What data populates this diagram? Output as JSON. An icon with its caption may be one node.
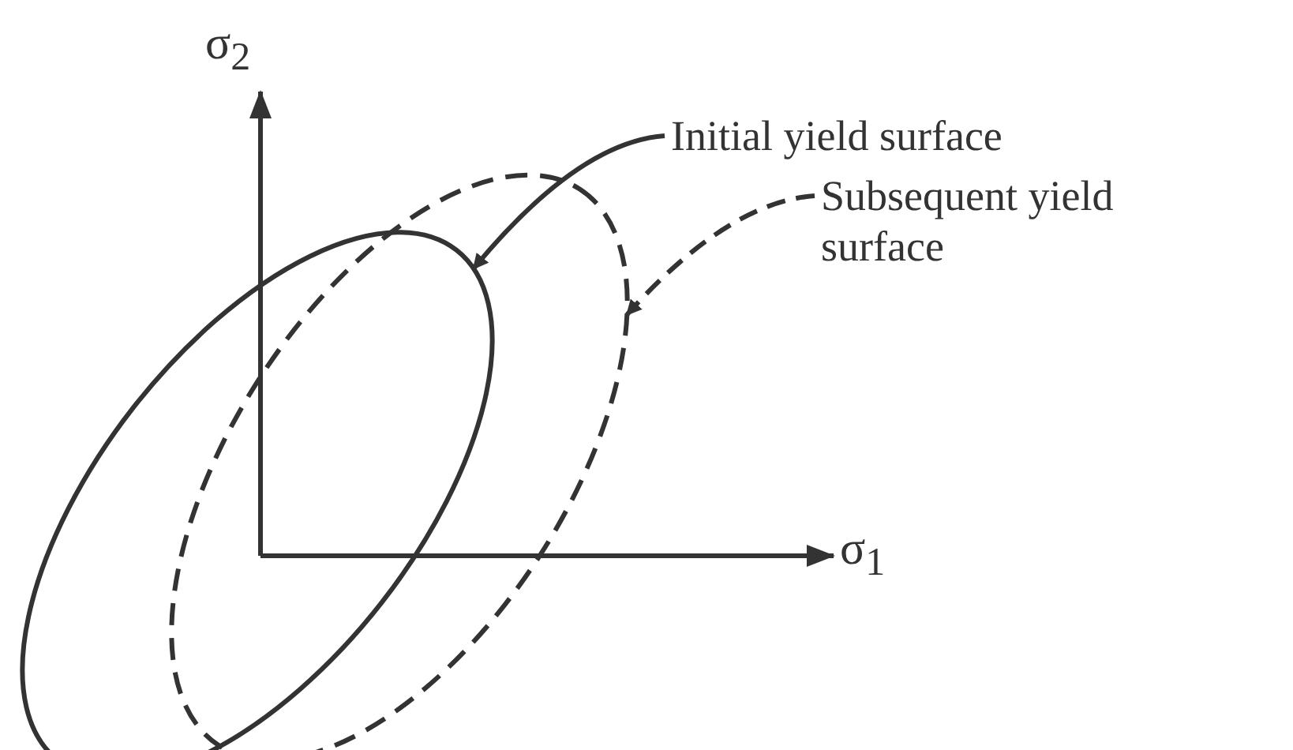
{
  "diagram": {
    "nodes": [
      {
        "text": [
          "Initial yield surface"
        ]
      },
      {
        "text": [
          "Subsequent yield surface"
        ]
      },
      {
        "text": [],
        "shape": "ellipse"
      },
      {
        "text": [],
        "shape": "ellipse"
      }
    ],
    "edges": [
      {
        "from": 0,
        "to": 2,
        "arrow": "to"
      },
      {
        "from": 1,
        "to": 3,
        "arrow": "to",
        "style": "dashed"
      }
    ],
    "labels": [
      "σ$_{2}$",
      "σ$_{1}$"
    ]
  }
}
